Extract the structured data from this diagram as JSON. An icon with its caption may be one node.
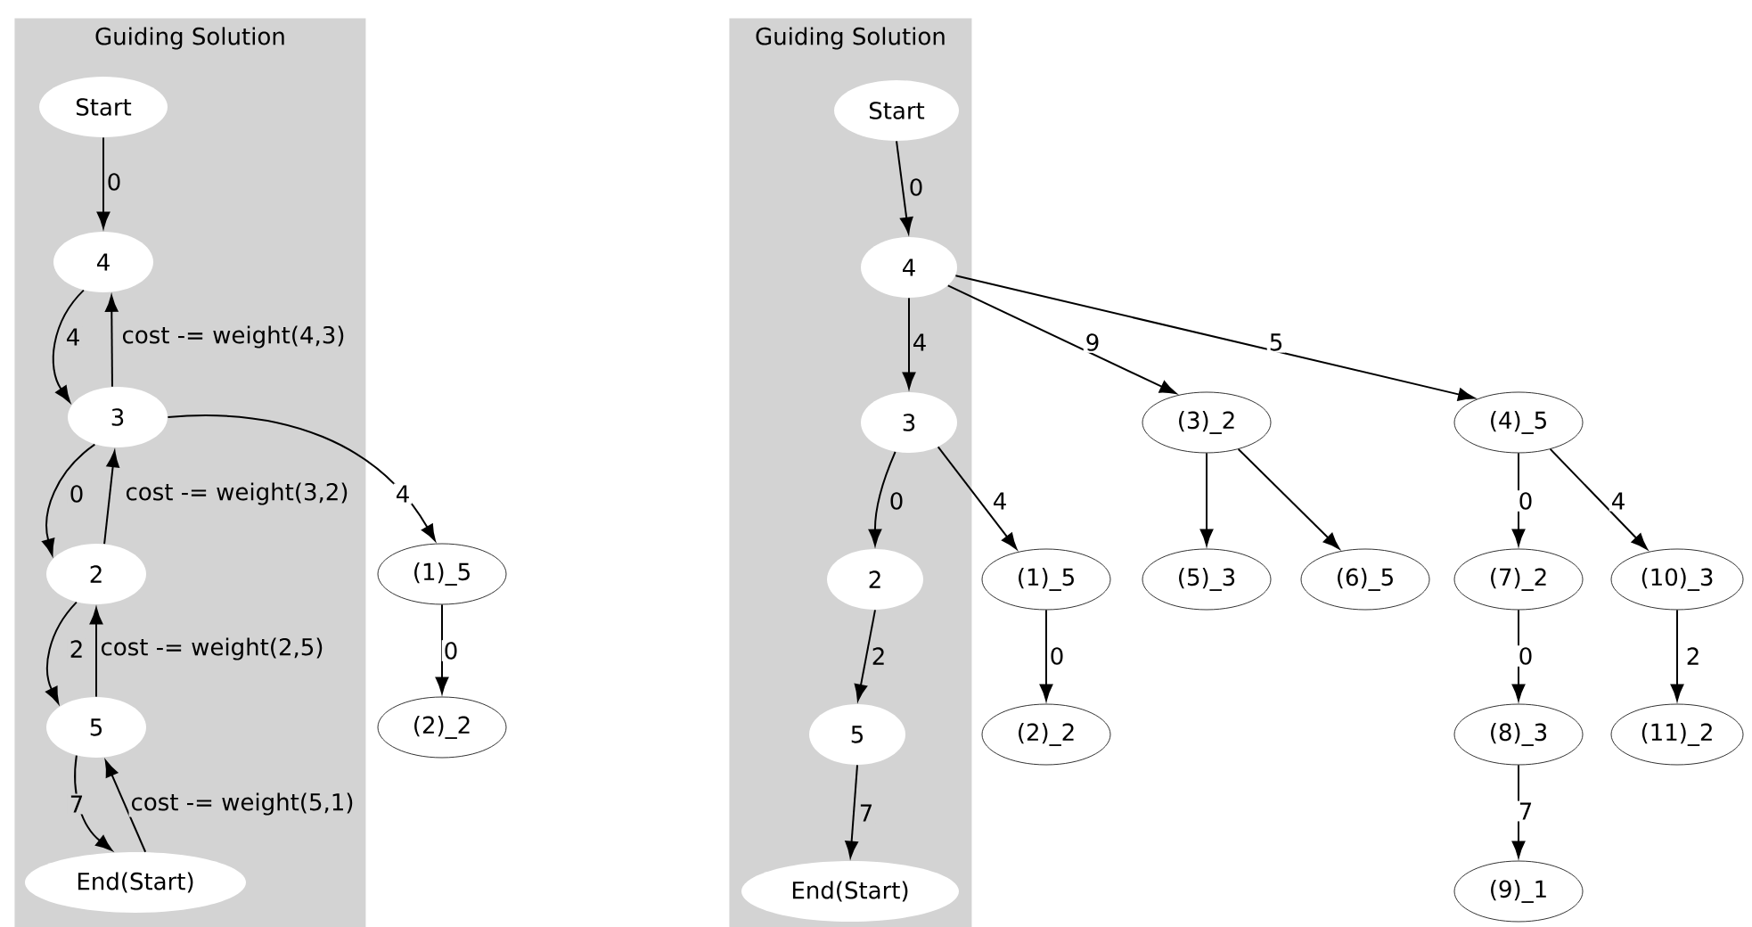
{
  "diagram": {
    "nodes": [
      {
        "text": [
          "Guiding Solution"
        ]
      },
      {
        "text": [
          "Start"
        ],
        "in": 0
      },
      {
        "text": [
          "4"
        ],
        "in": 0
      },
      {
        "text": [
          "3"
        ],
        "in": 0
      },
      {
        "text": [
          "2"
        ],
        "in": 0
      },
      {
        "text": [
          "5"
        ],
        "in": 0
      },
      {
        "text": [
          "End(Start)"
        ],
        "in": 0
      },
      {
        "text": [
          "(1)_5"
        ]
      },
      {
        "text": [
          "(2)_2"
        ]
      },
      {
        "text": [
          "Guiding Solution"
        ]
      },
      {
        "text": [
          "Start"
        ],
        "in": 9
      },
      {
        "text": [
          "4"
        ],
        "in": 9
      },
      {
        "text": [
          "3"
        ],
        "in": 9
      },
      {
        "text": [
          "2"
        ],
        "in": 9
      },
      {
        "text": [
          "5"
        ],
        "in": 9
      },
      {
        "text": [
          "End(Start)"
        ],
        "in": 9
      },
      {
        "text": [
          "(3)_2"
        ]
      },
      {
        "text": [
          "(4)_5"
        ]
      },
      {
        "text": [
          "(1)_5"
        ]
      },
      {
        "text": [
          "(5)_3"
        ]
      },
      {
        "text": [
          "(6)_5"
        ]
      },
      {
        "text": [
          "(7)_2"
        ]
      },
      {
        "text": [
          "(10)_3"
        ]
      },
      {
        "text": [
          "(2)_2"
        ]
      },
      {
        "text": [
          "(8)_3"
        ]
      },
      {
        "text": [
          "(11)_2"
        ]
      },
      {
        "text": [
          "(9)_1"
        ]
      }
    ],
    "edges": [
      {
        "from": 1,
        "to": 2,
        "arrow": "to",
        "label": "0"
      },
      {
        "from": 2,
        "to": 3,
        "arrow": "to",
        "label": "4"
      },
      {
        "from": 3,
        "to": 2,
        "arrow": "to",
        "label": "cost -= weight(4,3)"
      },
      {
        "from": 3,
        "to": 4,
        "arrow": "to",
        "label": "0"
      },
      {
        "from": 4,
        "to": 3,
        "arrow": "to",
        "label": "cost -= weight(3,2)"
      },
      {
        "from": 4,
        "to": 5,
        "arrow": "to",
        "label": "2"
      },
      {
        "from": 5,
        "to": 4,
        "arrow": "to",
        "label": "cost -= weight(2,5)"
      },
      {
        "from": 5,
        "to": 6,
        "arrow": "to",
        "label": "7"
      },
      {
        "from": 6,
        "to": 5,
        "arrow": "to",
        "label": "cost -= weight(5,1)"
      },
      {
        "from": 3,
        "to": 7,
        "arrow": "to",
        "label": "4"
      },
      {
        "from": 7,
        "to": 8,
        "arrow": "to",
        "label": "0"
      },
      {
        "from": 10,
        "to": 11,
        "arrow": "to",
        "label": "0"
      },
      {
        "from": 11,
        "to": 12,
        "arrow": "to",
        "label": "4"
      },
      {
        "from": 11,
        "to": 16,
        "arrow": "to",
        "label": "9"
      },
      {
        "from": 11,
        "to": 17,
        "arrow": "to",
        "label": "5"
      },
      {
        "from": 12,
        "to": 13,
        "arrow": "to",
        "label": "0"
      },
      {
        "from": 12,
        "to": 18,
        "arrow": "to",
        "label": "4"
      },
      {
        "from": 13,
        "to": 14,
        "arrow": "to",
        "label": "2"
      },
      {
        "from": 14,
        "to": 15,
        "arrow": "to",
        "label": "7"
      },
      {
        "from": 16,
        "to": 19,
        "arrow": "to"
      },
      {
        "from": 16,
        "to": 20,
        "arrow": "to"
      },
      {
        "from": 17,
        "to": 21,
        "arrow": "to",
        "label": "0"
      },
      {
        "from": 17,
        "to": 22,
        "arrow": "to",
        "label": "4"
      },
      {
        "from": 18,
        "to": 23,
        "arrow": "to",
        "label": "0"
      },
      {
        "from": 21,
        "to": 24,
        "arrow": "to",
        "label": "0"
      },
      {
        "from": 22,
        "to": 25,
        "arrow": "to",
        "label": "2"
      },
      {
        "from": 24,
        "to": 26,
        "arrow": "to",
        "label": "7"
      }
    ]
  }
}
